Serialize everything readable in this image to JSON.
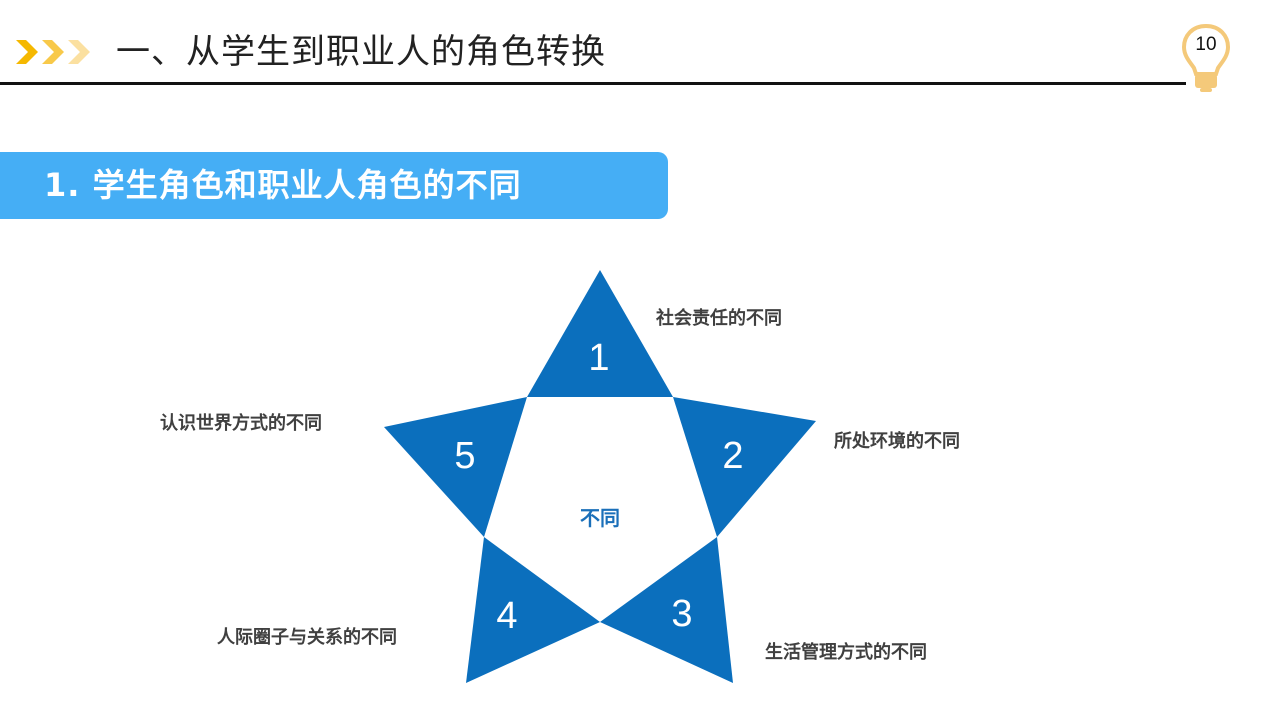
{
  "header": {
    "title": "一、从学生到职业人的角色转换",
    "page_number": "10",
    "chevron_color": "#f5b800",
    "bulb_color": "#f4c97a"
  },
  "section": {
    "title": "1. 学生角色和职业人角色的不同",
    "banner_color": "#45aef5"
  },
  "diagram": {
    "type": "five-point-star",
    "fill_color": "#0b6fbd",
    "center_label": "不同",
    "points": [
      {
        "number": "1",
        "label": "社会责任的不同"
      },
      {
        "number": "2",
        "label": "所处环境的不同"
      },
      {
        "number": "3",
        "label": "生活管理方式的不同"
      },
      {
        "number": "4",
        "label": "人际圈子与关系的不同"
      },
      {
        "number": "5",
        "label": "认识世界方式的不同"
      }
    ]
  }
}
